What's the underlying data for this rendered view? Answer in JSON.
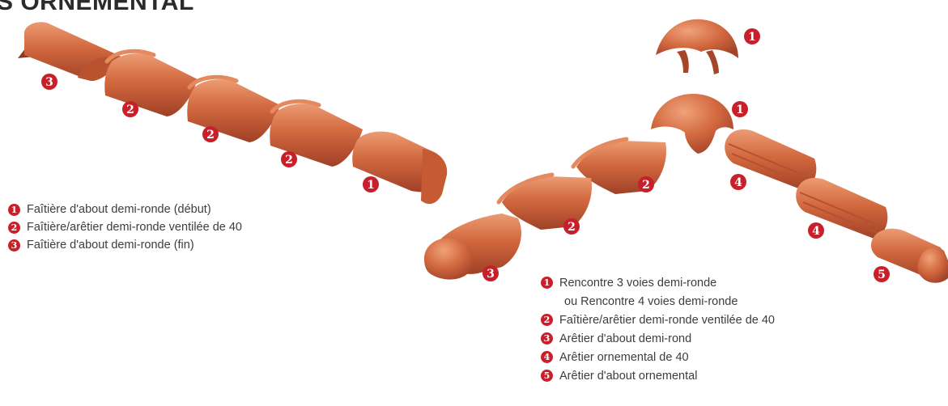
{
  "title": "S ORNEMENTAL",
  "colors": {
    "tile_base": "#d2683e",
    "tile_light": "#ec9b73",
    "tile_dark": "#9f4127",
    "badge": "#c8202a"
  },
  "callouts": [
    {
      "id": "left-tile-3",
      "num": "3"
    },
    {
      "id": "left-tile-2a",
      "num": "2"
    },
    {
      "id": "left-tile-2b",
      "num": "2"
    },
    {
      "id": "left-tile-2c",
      "num": "2"
    },
    {
      "id": "left-tile-1",
      "num": "1"
    },
    {
      "id": "right-top-meeting",
      "num": "1"
    },
    {
      "id": "right-center-meeting",
      "num": "1"
    },
    {
      "id": "right-tile-2a",
      "num": "2"
    },
    {
      "id": "right-tile-2b",
      "num": "2"
    },
    {
      "id": "right-tile-3",
      "num": "3"
    },
    {
      "id": "right-tile-4a",
      "num": "4"
    },
    {
      "id": "right-tile-4b",
      "num": "4"
    },
    {
      "id": "right-tile-5",
      "num": "5"
    }
  ],
  "legend_left": [
    {
      "num": "1",
      "label": "Faîtière d'about demi-ronde (début)"
    },
    {
      "num": "2",
      "label": "Faîtière/arêtier demi-ronde ventilée de 40"
    },
    {
      "num": "3",
      "label": "Faîtière d'about demi-ronde (fin)"
    }
  ],
  "legend_right": {
    "item1": {
      "num": "1",
      "label": "Rencontre 3 voies demi-ronde",
      "continuation": "ou Rencontre 4 voies demi-ronde"
    },
    "items": [
      {
        "num": "2",
        "label": "Faîtière/arêtier demi-ronde ventilée de 40"
      },
      {
        "num": "3",
        "label": "Arêtier d'about demi-rond"
      },
      {
        "num": "4",
        "label": "Arêtier ornemental de 40"
      },
      {
        "num": "5",
        "label": "Arêtier d'about ornemental"
      }
    ]
  }
}
